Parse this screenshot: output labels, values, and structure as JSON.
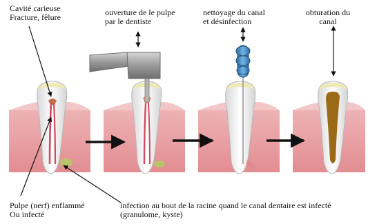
{
  "labels": {
    "caries": [
      "Cavité carieuse",
      "Fracture, fêlure"
    ],
    "opening": [
      "ouverture de le pulpe",
      "par le dentiste"
    ],
    "cleaning": [
      "nettoyage du canal",
      "et désinfection"
    ],
    "obturation": [
      "obturation du",
      "canal"
    ],
    "pulp": [
      "Pulpe (nerf) enflammé",
      "Ou infecté"
    ],
    "infection": [
      "infection au bout de la racine quand le canal dentaire est infecté",
      "(granulome, kyste)"
    ]
  },
  "colors": {
    "gum": "#e9a3a6",
    "gum_dark": "#d9797f",
    "tooth": "#f3f3f3",
    "crown_cap": "#efe9b6",
    "pulp_red": "#d24a60",
    "abscess": "#b9c46a",
    "filling": "#9b6a18",
    "drill": "#9a9a9a",
    "file_handle": "#3d87c2",
    "arrow": "#111111"
  }
}
